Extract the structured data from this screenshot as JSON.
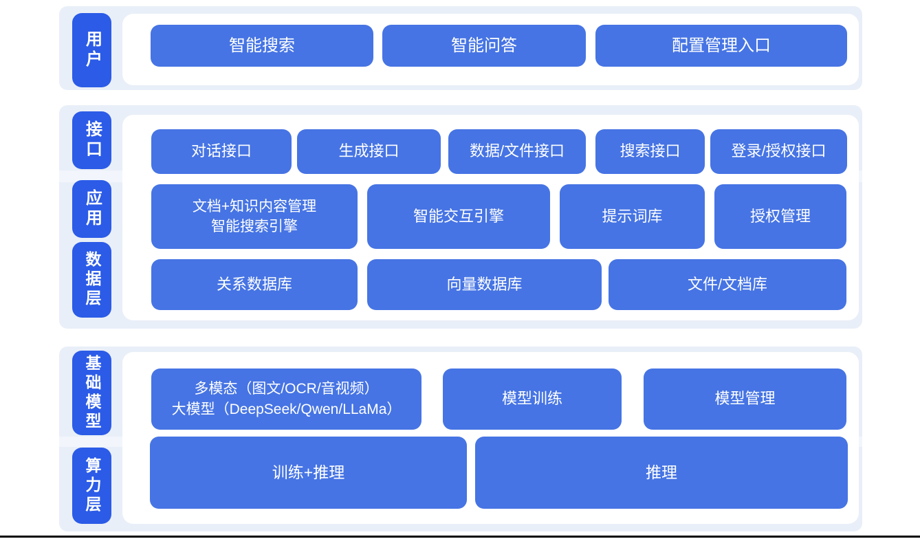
{
  "colors": {
    "page_bg": "#FFFFFF",
    "panel_bg": "#E9EFF8",
    "band_bg": "#F2F6FC",
    "label_box": "#2B5BE7",
    "block": "#4674E4",
    "text": "#FFFFFF",
    "bottom_line": "#000000"
  },
  "sections": [
    {
      "name": "user-layer",
      "labels": [
        {
          "text": "用户"
        }
      ],
      "rows": [
        {
          "buttons": [
            {
              "label": "智能搜索"
            },
            {
              "label": "智能问答"
            },
            {
              "label": "配置管理入口"
            }
          ]
        }
      ]
    },
    {
      "name": "interface-app-data-layer",
      "labels": [
        {
          "text": "接口"
        },
        {
          "text": "应用"
        },
        {
          "text": "数据层"
        }
      ],
      "rows": [
        {
          "buttons": [
            {
              "label": "对话接口"
            },
            {
              "label": "生成接口"
            },
            {
              "label": "数据/文件接口"
            },
            {
              "label": "搜索接口"
            },
            {
              "label": "登录/授权接口"
            }
          ]
        },
        {
          "buttons": [
            {
              "lines": [
                "文档+知识内容管理",
                "智能搜索引擎"
              ]
            },
            {
              "label": "智能交互引擎"
            },
            {
              "label": "提示词库"
            },
            {
              "label": "授权管理"
            }
          ]
        },
        {
          "buttons": [
            {
              "label": "关系数据库"
            },
            {
              "label": "向量数据库"
            },
            {
              "label": "文件/文档库"
            }
          ]
        }
      ]
    },
    {
      "name": "model-compute-layer",
      "labels": [
        {
          "text": "基础模型"
        },
        {
          "text": "算力层"
        }
      ],
      "rows": [
        {
          "buttons": [
            {
              "lines": [
                "多模态（图文/OCR/音视频）",
                "大模型（DeepSeek/Qwen/LLaMa）"
              ]
            },
            {
              "label": "模型训练"
            },
            {
              "label": "模型管理"
            }
          ]
        },
        {
          "buttons": [
            {
              "label": "训练+推理"
            },
            {
              "label": "推理"
            }
          ]
        }
      ]
    }
  ]
}
